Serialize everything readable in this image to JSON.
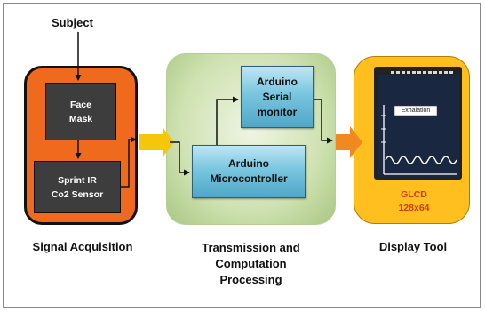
{
  "subject": "Subject",
  "acquisition": {
    "face_mask": [
      "Face",
      "Mask"
    ],
    "sensor": [
      "Sprint IR",
      "Co2 Sensor"
    ],
    "caption": "Signal Acquisition"
  },
  "transmission": {
    "serial_monitor": [
      "Arduino",
      "Serial",
      "monitor"
    ],
    "microcontroller": [
      "Arduino",
      "Microcontroller"
    ],
    "caption": [
      "Transmission and",
      "Computation",
      "Processing"
    ]
  },
  "display": {
    "screen_label": "Exhalation",
    "glcd": [
      "GLCD",
      "128x64"
    ],
    "caption": "Display Tool"
  },
  "colors": {
    "acquisition_panel": "#ef6a1c",
    "transmission_panel": "#cfe2b2",
    "display_panel": "#ffbf1f",
    "arrow_yellow": "#f5c60a",
    "arrow_orange": "#f08a20",
    "arduino_box": "#79c6df",
    "device_box": "#3d3d3d"
  }
}
